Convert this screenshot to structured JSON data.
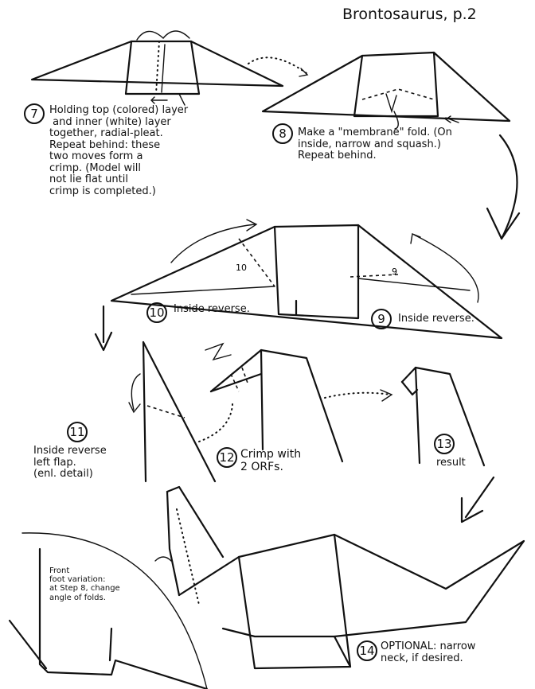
{
  "title": "Brontosaurus, p.2",
  "steps": {
    "s7": {
      "num": "7",
      "text": "Holding top (colored) layer\n and inner (white) layer\ntogether, radial-pleat.\nRepeat behind: these\ntwo moves form a\ncrimp. (Model will\nnot lie flat until\ncrimp is completed.)"
    },
    "s8": {
      "num": "8",
      "text": "Make a \"membrane\" fold. (On\ninside, narrow and squash.)\nRepeat behind."
    },
    "s9": {
      "num": "9",
      "text": "Inside reverse."
    },
    "s10": {
      "num": "10",
      "text": "Inside reverse."
    },
    "s11": {
      "num": "11",
      "text": "Inside reverse\nleft flap.\n(enl. detail)"
    },
    "s12": {
      "num": "12",
      "text": "Crimp with\n2 ORFs."
    },
    "s13": {
      "num": "13",
      "text": "result"
    },
    "s14": {
      "num": "14",
      "text": "OPTIONAL: narrow\nneck, if desired."
    }
  },
  "fold_labels": {
    "a": "10",
    "b": "9"
  },
  "variation_note": "Front\nfoot variation:\nat Step 8, change\nangle of folds."
}
